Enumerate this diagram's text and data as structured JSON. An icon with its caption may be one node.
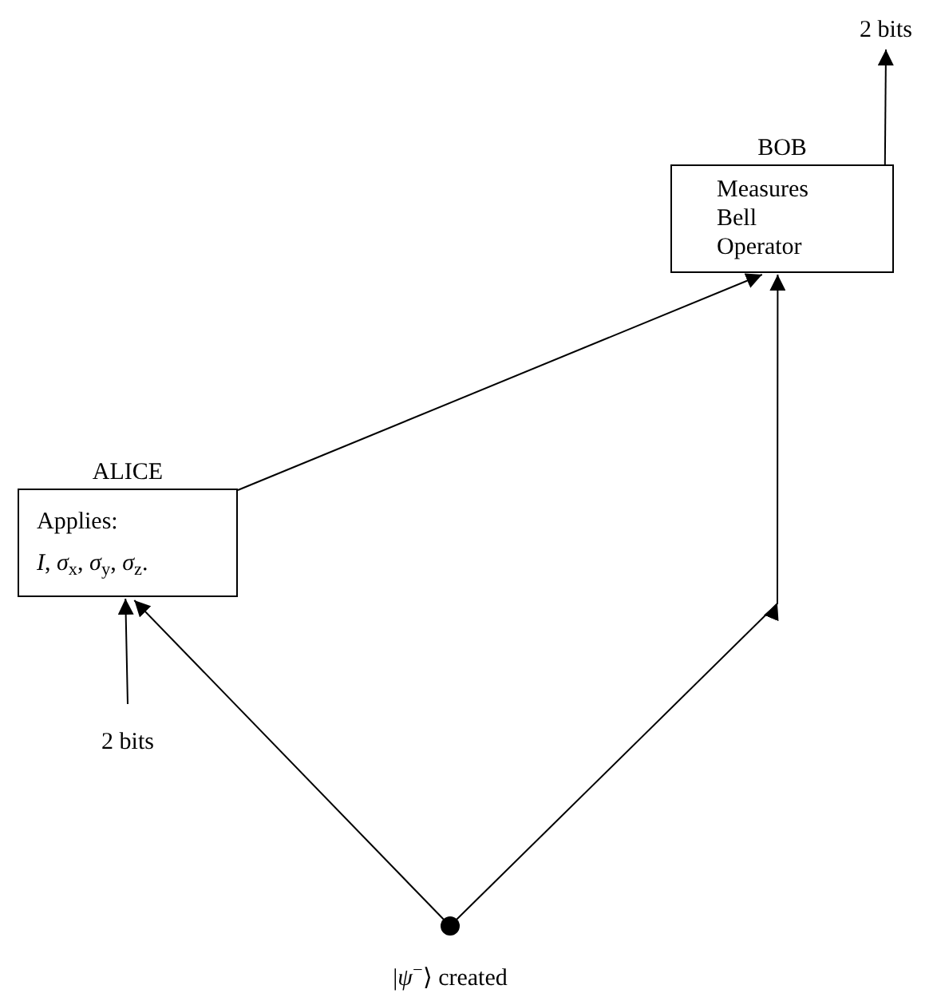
{
  "diagram": {
    "nodes": [
      {
        "text": [
          "ALICE",
          "Applies:",
          "*I*, *σ*$_{x}$, *σ*$_{y}$, *σ*$_{z}$."
        ]
      },
      {
        "text": [
          "BOB",
          "Measures Bell Operator"
        ]
      },
      {
        "text": [
          "2 bits"
        ]
      },
      {
        "text": [
          "2 bits"
        ]
      },
      {
        "text": [],
        "shape": "circle",
        "beside": [
          "|*ψ*$^{−}$⟩ created"
        ]
      }
    ],
    "edges": [
      {
        "from": 3,
        "to": 0,
        "arrow": "to"
      },
      {
        "from": 4,
        "to": 0,
        "arrow": "to"
      },
      {
        "from": 4,
        "to": 1,
        "arrow": "to"
      },
      {
        "from": 0,
        "to": 1,
        "arrow": "to"
      },
      {
        "from": 1,
        "to": 2,
        "arrow": "to"
      }
    ]
  }
}
